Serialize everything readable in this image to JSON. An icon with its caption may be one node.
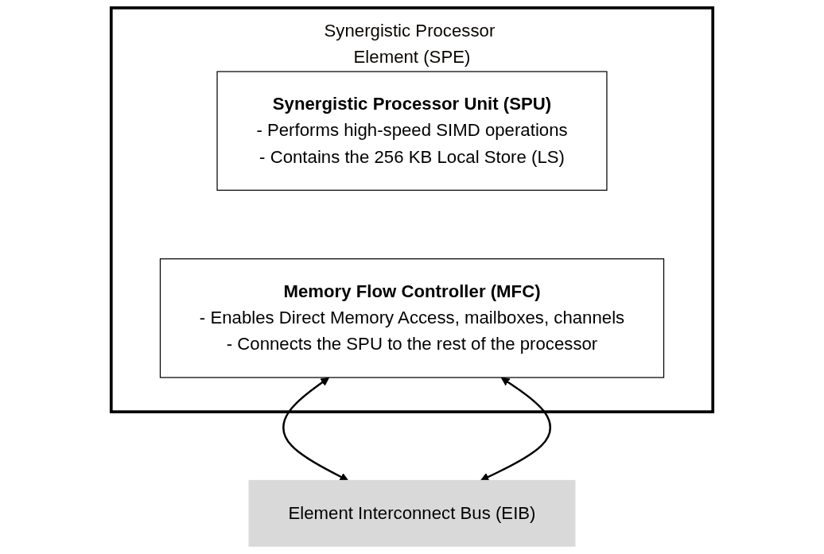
{
  "diagram": {
    "nodes": [
      {
        "text": [
          "Synergistic Processor Element (SPE)"
        ]
      },
      {
        "text": [
          "Synergistic Processor Unit (SPU)",
          "- Performs high-speed SIMD operations",
          "- Contains the 256 KB Local Store (LS)"
        ],
        "in": 0
      },
      {
        "text": [
          "Memory Flow Controller (MFC)",
          "- Enables Direct Memory Access, mailboxes, channels",
          "- Connects the SPU to the rest of the processor"
        ],
        "in": 0
      },
      {
        "text": [
          "Element Interconnect Bus (EIB)"
        ]
      }
    ],
    "edges": [
      {
        "from": 2,
        "to": 3,
        "arrow": "both"
      },
      {
        "from": 2,
        "to": 3,
        "arrow": "both"
      }
    ]
  }
}
